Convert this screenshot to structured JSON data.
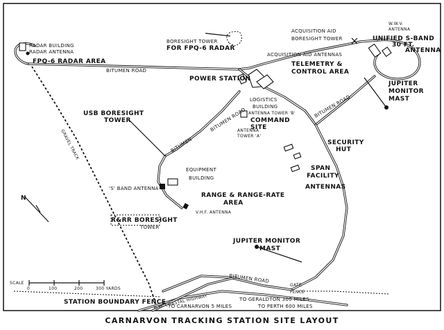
{
  "title": "CARNARVON TRACKING STATION SITE LAYOUT",
  "labels": {
    "radar_building": "RADAR BUILDING",
    "radar_antenna": "RADAR ANTENNA",
    "fpq6_area": "FPQ-6 RADAR AREA",
    "boresight_tower_fpq6_1": "BORESIGHT TOWER",
    "boresight_tower_fpq6_2": "FOR FPQ-6 RADAR",
    "bitumen_road_top": "BITUMEN ROAD",
    "power_station": "POWER STATION",
    "acq_aid_boresight_1": "ACQUISITION AID",
    "acq_aid_boresight_2": "BORESIGHT TOWER",
    "acq_aid_antennas": "ACQUISITION AID ANTENNAS",
    "wwv_1": "W.W.V.",
    "wwv_2": "ANTENNA",
    "unified_sband_1": "UNIFIED S-BAND",
    "unified_sband_2": "30 FT.",
    "unified_sband_3": "ANTENNA",
    "telemetry_1": "TELEMETRY &",
    "telemetry_2": "CONTROL AREA",
    "jupiter_mast_top_1": "JUPITER",
    "jupiter_mast_top_2": "MONITOR",
    "jupiter_mast_top_3": "MAST",
    "logistics_1": "LOGISTICS",
    "logistics_2": "BUILDING",
    "antenna_tower_b": "ANTENNA TOWER 'B'",
    "command_site_1": "COMMAND",
    "command_site_2": "SITE",
    "antenna_tower_a_1": "ANTENNA",
    "antenna_tower_a_2": "TOWER 'A'",
    "bitumen_road_right": "BITUMEN ROAD",
    "usb_boresight_1": "USB BORESIGHT",
    "usb_boresight_2": "TOWER",
    "bitumen_road_mid": "BITUMEN ROAD",
    "bitumen_road_low": "BITUMEN",
    "security_hut_1": "SECURITY",
    "security_hut_2": "HUT",
    "equipment_1": "EQUIPMENT",
    "equipment_2": "BUILDING",
    "span_1": "SPAN",
    "span_2": "FACILITY",
    "antennas": "ANTENNAS",
    "s_band_antenna": "'S' BAND ANTENNA",
    "range_area_1": "RANGE & RANGE-RATE",
    "range_area_2": "AREA",
    "vhf_antenna": "V.H.F. ANTENNA",
    "gravel_track": "GRAVEL TRACK",
    "rarr_boresight_1": "R&RR BORESIGHT",
    "rarr_boresight_2": "TOWER",
    "jupiter_mast_bottom_1": "JUPITER MONITOR",
    "jupiter_mast_bottom_2": "MAST",
    "north": "N",
    "bitumen_road_bottom": "BITUMEN ROAD",
    "gate": "GATE",
    "fence": "FENCE",
    "station_fence": "STATION BOUNDARY FENCE",
    "coastal_hwy": "N.W. COASTAL HIGHWAY",
    "to_carnarvon": "TO CARNARVON 5 MILES",
    "to_geraldton": "TO GERALDTON 300 MILES",
    "to_perth": "TO PERTH 600 MILES"
  },
  "scale": {
    "label": "SCALE",
    "ticks": [
      "0",
      "100",
      "200",
      "300 YARDS"
    ]
  }
}
